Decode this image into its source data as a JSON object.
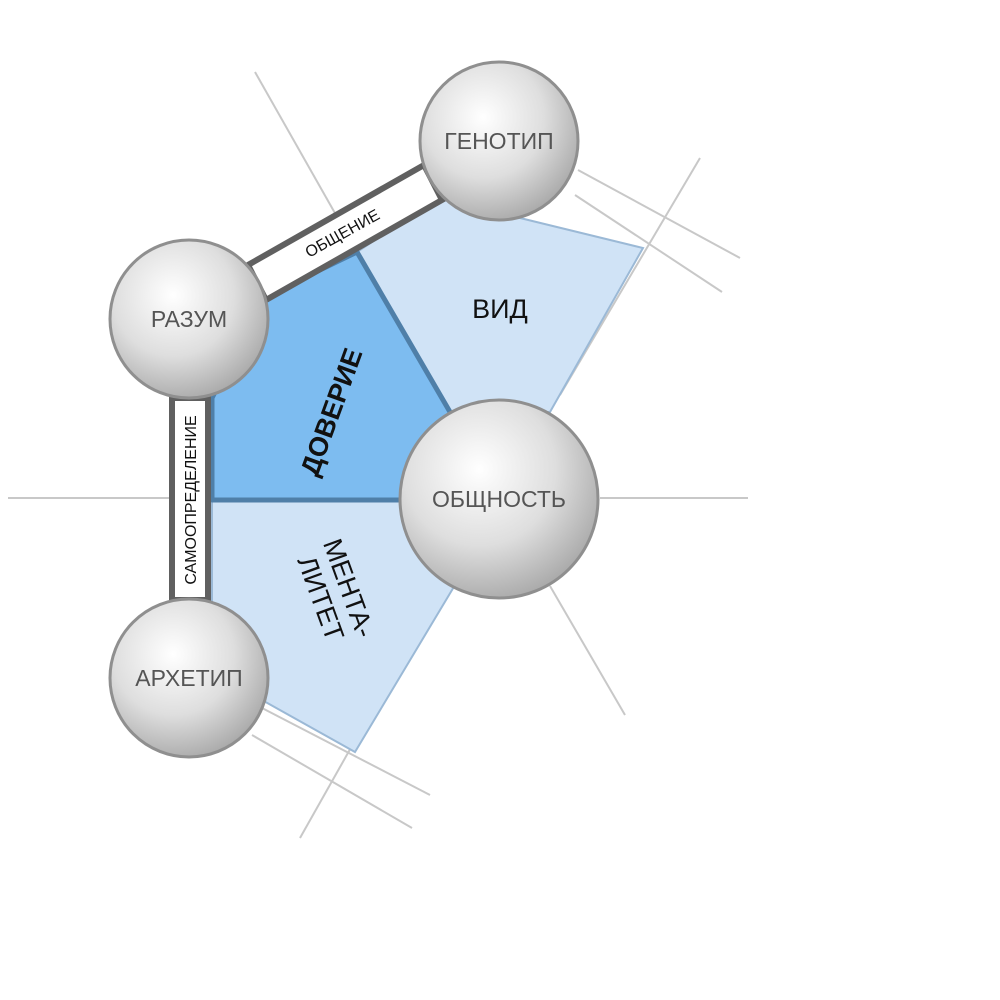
{
  "nodes": {
    "genotype": "ГЕНОТИП",
    "mind": "РАЗУМ",
    "community": "ОБЩНОСТЬ",
    "archetype": "АРХЕТИП"
  },
  "regions": {
    "trust": "ДОВЕРИЕ",
    "species": "ВИД",
    "mentality_line1": "МЕНТА-",
    "mentality_line2": "ЛИТЕТ"
  },
  "links": {
    "communication": "ОБЩЕНИЕ",
    "self_determination": "САМООПРЕДЕЛЕНИЕ"
  },
  "colors": {
    "trust_fill": "#7dbcf0",
    "light_fill": "#d0e3f6",
    "region_border": "#4f7fa8",
    "bar_stroke": "#606060",
    "sphere_light": "#ffffff",
    "sphere_dark": "#a0a0a0"
  }
}
